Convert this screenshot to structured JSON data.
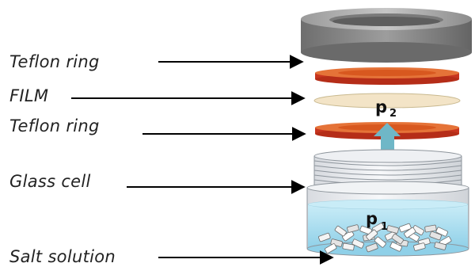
{
  "labels": {
    "top_ring": "Teflon ring",
    "film": "FILM",
    "bottom_ring": "Teflon ring",
    "glass_cell": "Glass cell",
    "salt": "Salt solution"
  },
  "pressures": {
    "p2": {
      "base": "p",
      "sub": "2"
    },
    "p1": {
      "base": "p",
      "sub": "1"
    }
  },
  "colors": {
    "cap": "#8a8a8a",
    "ring_orange": "#e06a2a",
    "ring_red": "#c8351f",
    "film": "#f3e4c7",
    "glass": "#e9ebee",
    "solution": "#a9dcee",
    "arrow_up": "#6fb7c7"
  }
}
